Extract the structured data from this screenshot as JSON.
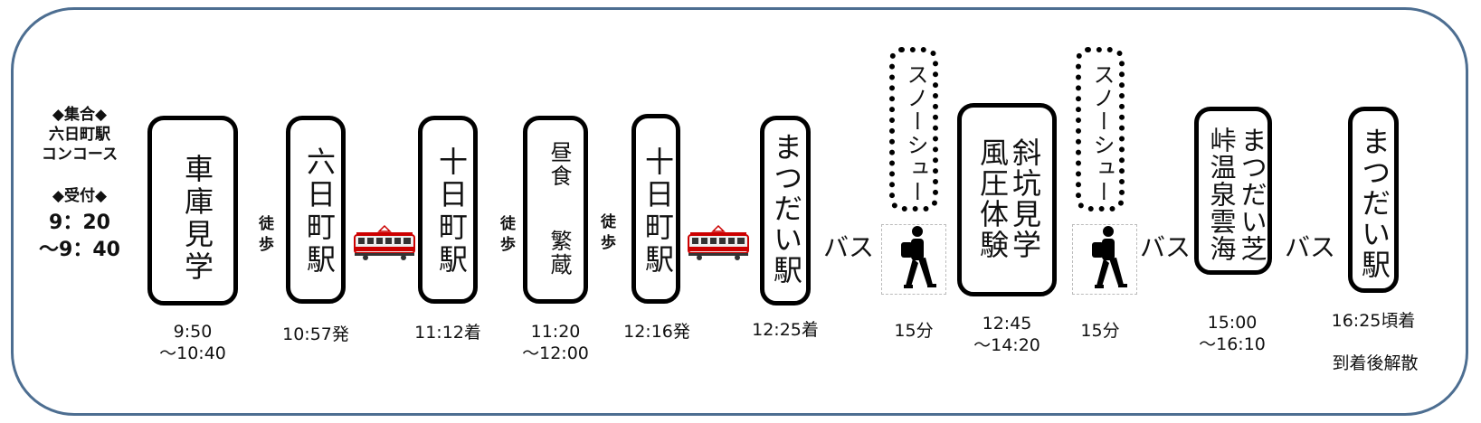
{
  "assembly": {
    "title": "◆集合◆",
    "place_line1": "六日町駅",
    "place_line2": "コンコース",
    "reception": "◆受付◆",
    "time_start": "9：20",
    "time_end": "～9：40"
  },
  "stops": [
    {
      "text": "車庫見学",
      "time1": "9:50",
      "time2": "～10:40"
    },
    {
      "text": "六日町駅",
      "time1": "10:57発"
    },
    {
      "text": "十日町駅",
      "time1": "11:12着"
    },
    {
      "text_col1": "昼食",
      "text_col2": "繁蔵",
      "time1": "11:20",
      "time2": "～12:00"
    },
    {
      "text": "十日町駅",
      "time1": "12:16発"
    },
    {
      "text": "まつだい駅",
      "time1": "12:25着"
    },
    {
      "text_col1": "斜坑見学",
      "text_col2": "風圧体験",
      "time1": "12:45",
      "time2": "～14:20"
    },
    {
      "text_col1": "まつだい芝",
      "text_col2": "峠温泉雲海",
      "time1": "15:00",
      "time2": "～16:10"
    },
    {
      "text": "まつだい駅",
      "time1": "16:25頃着",
      "note": "到着後解散"
    }
  ],
  "transfers": {
    "walk": "徒歩",
    "bus": "バス",
    "snowshoe": "スノーシュー",
    "snowshoe_duration": "15分"
  },
  "icons": [
    "train-icon",
    "hiker-icon"
  ]
}
